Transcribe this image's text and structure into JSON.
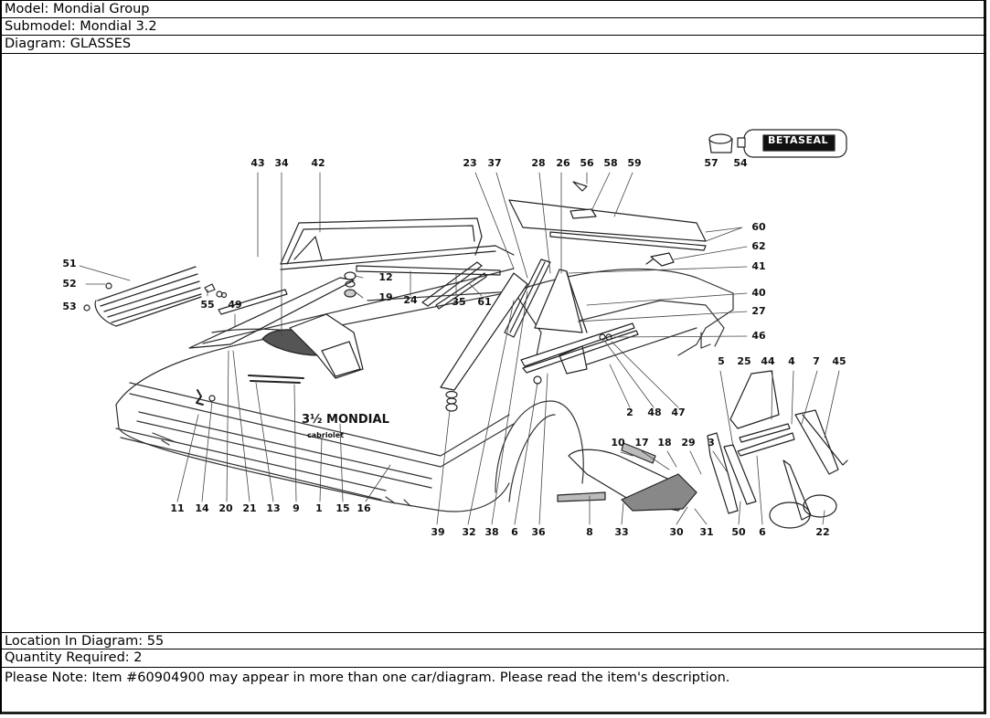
{
  "header": {
    "model": "Model: Mondial Group",
    "submodel": "Submodel: Mondial 3.2",
    "diagram": "Diagram: GLASSES"
  },
  "footer": {
    "location": "Location In Diagram: 55",
    "quantity": "Quantity Required: 2",
    "note": "Please Note: Item #60904900 may appear in more than one car/diagram. Please read the item's description."
  },
  "diagram": {
    "product_label": "BETASEAL",
    "badge_model": "3½ MONDIAL",
    "badge_sub": "cabriolet",
    "callouts": [
      {
        "n": "43"
      },
      {
        "n": "34"
      },
      {
        "n": "42"
      },
      {
        "n": "51"
      },
      {
        "n": "52"
      },
      {
        "n": "53"
      },
      {
        "n": "55"
      },
      {
        "n": "49"
      },
      {
        "n": "12"
      },
      {
        "n": "19"
      },
      {
        "n": "24"
      },
      {
        "n": "35"
      },
      {
        "n": "61"
      },
      {
        "n": "23"
      },
      {
        "n": "37"
      },
      {
        "n": "28"
      },
      {
        "n": "26"
      },
      {
        "n": "56"
      },
      {
        "n": "58"
      },
      {
        "n": "59"
      },
      {
        "n": "57"
      },
      {
        "n": "54"
      },
      {
        "n": "60"
      },
      {
        "n": "62"
      },
      {
        "n": "41"
      },
      {
        "n": "40"
      },
      {
        "n": "27"
      },
      {
        "n": "46"
      },
      {
        "n": "5"
      },
      {
        "n": "25"
      },
      {
        "n": "44"
      },
      {
        "n": "4"
      },
      {
        "n": "7"
      },
      {
        "n": "45"
      },
      {
        "n": "2"
      },
      {
        "n": "48"
      },
      {
        "n": "47"
      },
      {
        "n": "10"
      },
      {
        "n": "17"
      },
      {
        "n": "18"
      },
      {
        "n": "29"
      },
      {
        "n": "3"
      },
      {
        "n": "11"
      },
      {
        "n": "14"
      },
      {
        "n": "20"
      },
      {
        "n": "21"
      },
      {
        "n": "13"
      },
      {
        "n": "9"
      },
      {
        "n": "1"
      },
      {
        "n": "15"
      },
      {
        "n": "16"
      },
      {
        "n": "39"
      },
      {
        "n": "32"
      },
      {
        "n": "38"
      },
      {
        "n": "6"
      },
      {
        "n": "36"
      },
      {
        "n": "8"
      },
      {
        "n": "33"
      },
      {
        "n": "30"
      },
      {
        "n": "31"
      },
      {
        "n": "50"
      },
      {
        "n": "6"
      },
      {
        "n": "22"
      }
    ]
  }
}
